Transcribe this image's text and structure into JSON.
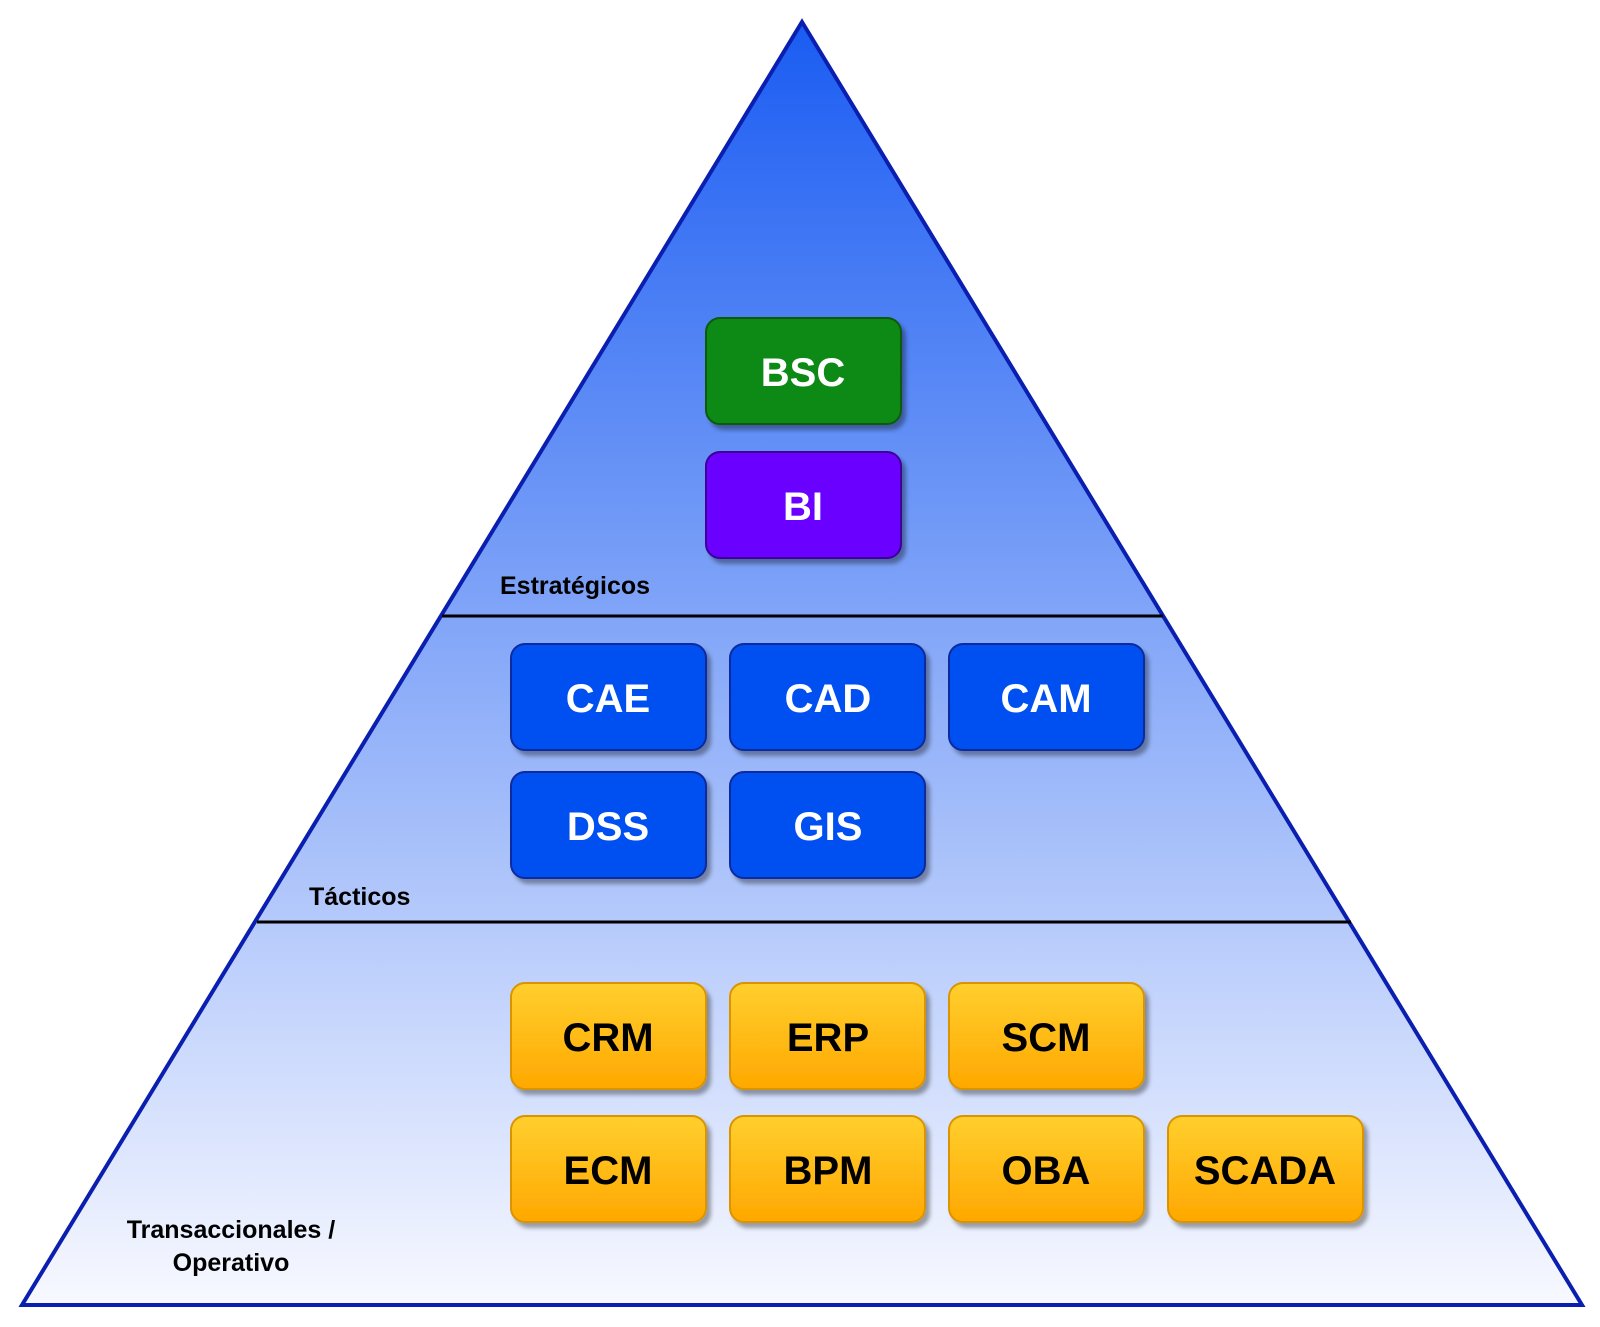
{
  "colors": {
    "pyramid_top": "#1a5cf2",
    "pyramid_bottom": "#f8f9ff",
    "pyramid_stroke": "#0a1fb0",
    "divider": "#000000",
    "strategic_bsc_fill": "#0b8a12",
    "strategic_bi_fill": "#6a00ff",
    "tactical_fill": "#0550f0",
    "operational_fill_top": "#ffcf2e",
    "operational_fill_bottom": "#ffa800",
    "white_text": "#ffffff",
    "dark_text": "#000000"
  },
  "levels": {
    "strategic": {
      "label": "Estratégicos",
      "boxes": [
        "BSC",
        "BI"
      ]
    },
    "tactical": {
      "label": "Tácticos",
      "boxes": [
        "CAE",
        "CAD",
        "CAM",
        "DSS",
        "GIS"
      ]
    },
    "operational": {
      "label_line1": "Transaccionales /",
      "label_line2": "Operativo",
      "boxes": [
        "CRM",
        "ERP",
        "SCM",
        "ECM",
        "BPM",
        "OBA",
        "SCADA"
      ]
    }
  }
}
